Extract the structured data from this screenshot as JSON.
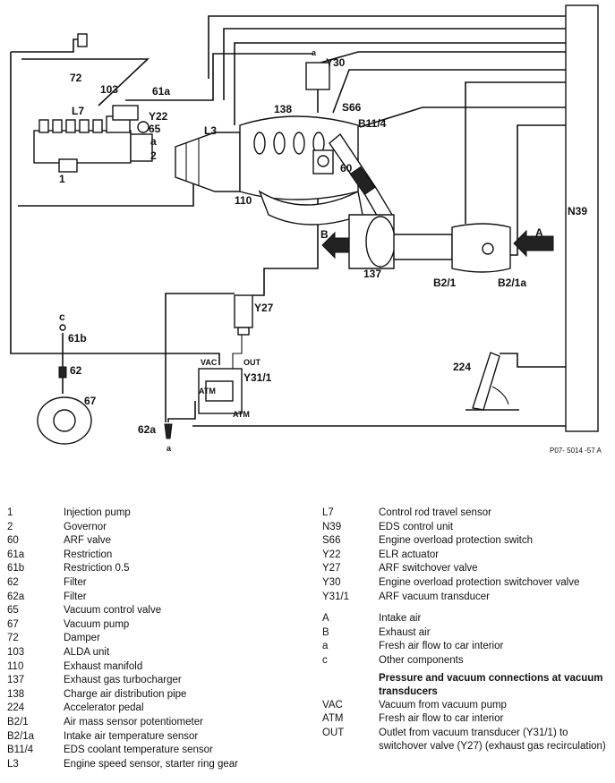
{
  "diagram": {
    "labels": {
      "l72": "72",
      "l103": "103",
      "l61a": "61a",
      "l7": "L7",
      "y22": "Y22",
      "l65": "65",
      "la1": "a",
      "l2": "2",
      "l1": "1",
      "y30": "Y30",
      "la_top": "a",
      "s66": "S66",
      "b114": "B11/4",
      "l138": "138",
      "l3": "L3",
      "l60": "60",
      "l110": "110",
      "n39": "N39",
      "a_arrow": "A",
      "b_arrow": "B",
      "l137": "137",
      "b21": "B2/1",
      "b21a": "B2/1a",
      "y27": "Y27",
      "lc": "c",
      "l61b": "61b",
      "l62": "62",
      "l67": "67",
      "vac": "VAC",
      "out": "OUT",
      "y311": "Y31/1",
      "atm1": "ATM",
      "atm2": "ATM",
      "l62a": "62a",
      "la_bot": "a",
      "l224": "224",
      "ref": "P07- 5014 -57 A"
    }
  },
  "legend": {
    "left": [
      {
        "code": "1",
        "desc": "Injection pump"
      },
      {
        "code": "2",
        "desc": "Governor"
      },
      {
        "code": "60",
        "desc": "ARF valve"
      },
      {
        "code": "61a",
        "desc": "Restriction"
      },
      {
        "code": "61b",
        "desc": "Restriction 0.5"
      },
      {
        "code": "62",
        "desc": "Filter"
      },
      {
        "code": "62a",
        "desc": "Filter"
      },
      {
        "code": "65",
        "desc": "Vacuum control valve"
      },
      {
        "code": "67",
        "desc": "Vacuum pump"
      },
      {
        "code": "72",
        "desc": "Damper"
      },
      {
        "code": "103",
        "desc": "ALDA unit"
      },
      {
        "code": "110",
        "desc": "Exhaust manifold"
      },
      {
        "code": "137",
        "desc": "Exhaust gas turbocharger"
      },
      {
        "code": "138",
        "desc": "Charge air distribution pipe"
      },
      {
        "code": "224",
        "desc": "Accelerator pedal"
      },
      {
        "code": "B2/1",
        "desc": "Air mass sensor potentiometer"
      },
      {
        "code": "B2/1a",
        "desc": "Intake air temperature sensor"
      },
      {
        "code": "B11/4",
        "desc": "EDS coolant temperature sensor"
      },
      {
        "code": "L3",
        "desc": "Engine speed sensor, starter ring gear"
      }
    ],
    "right_a": [
      {
        "code": "L7",
        "desc": "Control rod travel sensor"
      },
      {
        "code": "N39",
        "desc": "EDS control unit"
      },
      {
        "code": "S66",
        "desc": "Engine overload protection switch"
      },
      {
        "code": "Y22",
        "desc": "ELR actuator"
      },
      {
        "code": "Y27",
        "desc": "ARF switchover valve"
      },
      {
        "code": "Y30",
        "desc": "Engine overload protection switchover valve"
      },
      {
        "code": "Y31/1",
        "desc": "ARF vacuum transducer"
      }
    ],
    "right_b": [
      {
        "code": "A",
        "desc": "Intake air"
      },
      {
        "code": "B",
        "desc": "Exhaust air"
      },
      {
        "code": "a",
        "desc": "Fresh air flow to car interior"
      },
      {
        "code": "c",
        "desc": "Other components"
      }
    ],
    "section_title": "Pressure and vacuum connections at vacuum transducers",
    "right_c": [
      {
        "code": "VAC",
        "desc": "Vacuum from vacuum pump"
      },
      {
        "code": "ATM",
        "desc": "Fresh air flow to car interior"
      },
      {
        "code": "OUT",
        "desc": "Outlet from vacuum transducer (Y31/1) to switchover valve (Y27) (exhaust gas recirculation)"
      }
    ]
  }
}
